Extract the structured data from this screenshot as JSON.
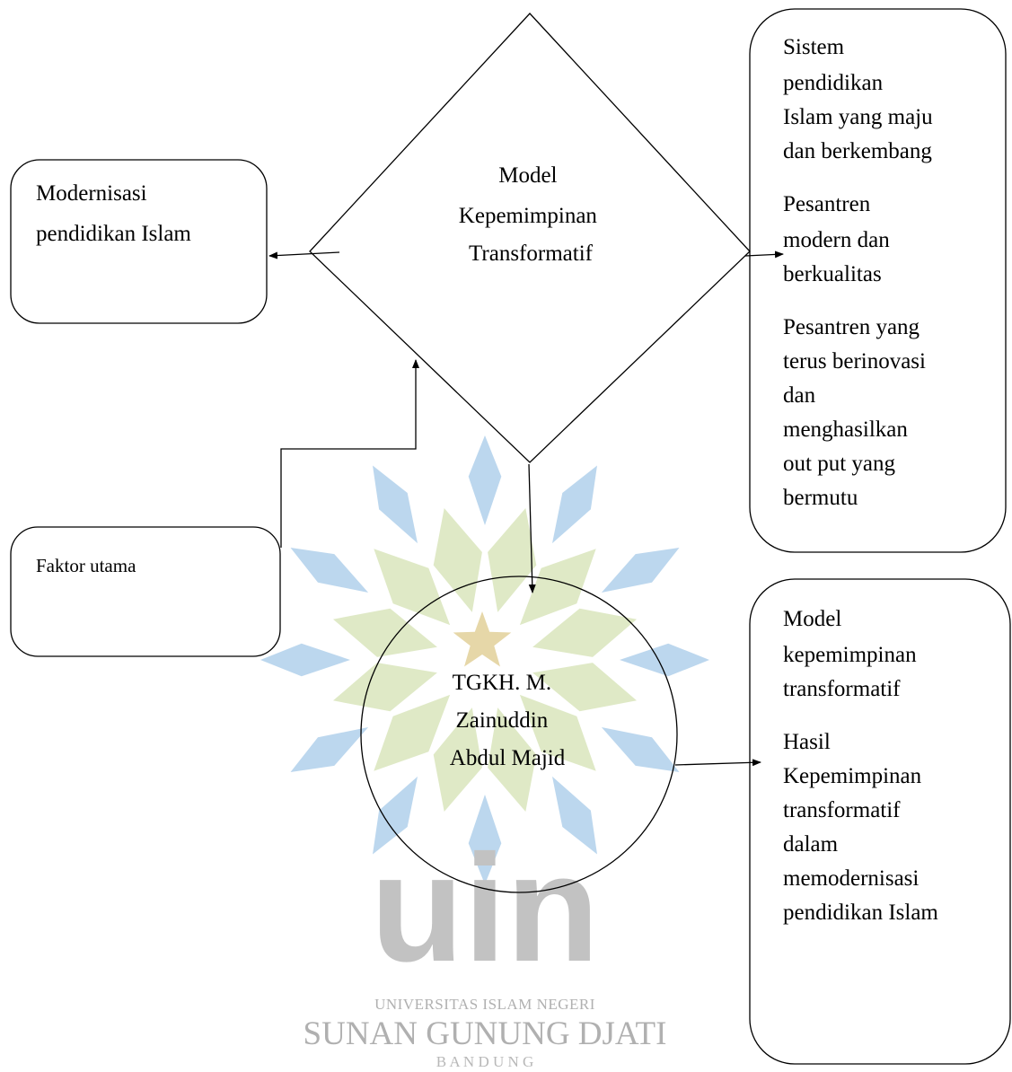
{
  "diagram": {
    "center_diamond": {
      "lines": [
        "Model",
        "Kepemimpinan",
        "Transformatif"
      ]
    },
    "left_top_box": {
      "lines": [
        "Modernisasi",
        "pendidikan Islam"
      ]
    },
    "left_bottom_box": {
      "lines": [
        "Faktor utama"
      ]
    },
    "circle": {
      "lines": [
        "TGKH. M.",
        "Zainuddin",
        "Abdul Majid"
      ]
    },
    "right_top_box": {
      "paragraphs": [
        [
          "Sistem",
          "pendidikan",
          "Islam yang maju",
          "dan berkembang"
        ],
        [
          "Pesantren",
          "modern dan",
          "berkualitas"
        ],
        [
          "Pesantren yang",
          "terus berinovasi",
          "dan",
          "menghasilkan",
          "out put yang",
          "bermutu"
        ]
      ]
    },
    "right_bottom_box": {
      "paragraphs": [
        [
          "Model",
          "kepemimpinan",
          "transformatif"
        ],
        [
          "Hasil",
          "Kepemimpinan",
          "transformatif",
          "dalam",
          "memodernisasi",
          "pendidikan Islam"
        ]
      ]
    }
  },
  "watermark": {
    "logo_letters": "uin",
    "line1": "UNIVERSITAS ISLAM NEGERI",
    "line2": "SUNAN GUNUNG DJATI",
    "line3": "B A N D U N G",
    "colors": {
      "blue": "#bcd7ee",
      "green": "#dfe9c6",
      "star": "#e6d7a8",
      "gray": "#bdbdbd"
    }
  }
}
